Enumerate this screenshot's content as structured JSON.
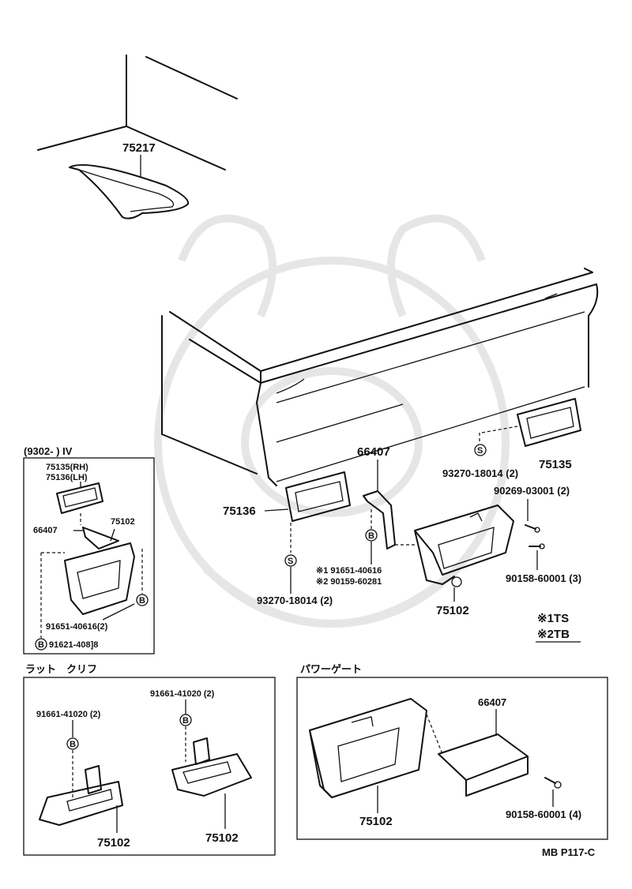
{
  "main": {
    "p75217": "75217",
    "p66407": "66407",
    "p75136": "75136",
    "p75135": "75135",
    "p75102": "75102",
    "s1": "93270-18014 (2)",
    "s2": "93270-18014 (2)",
    "n90269": "90269-03001 (2)",
    "n90158": "90158-60001 (3)",
    "alt1": "※1 91651-40616",
    "alt2": "※2 90159-60281",
    "key1": "※1TS",
    "key2": "※2TB",
    "s_marker": "S",
    "b_marker": "B"
  },
  "inset_iv": {
    "title": "(9302-        ) IV",
    "p75135": "75135(RH)",
    "p75136": "75136(LH)",
    "p66407": "66407",
    "p75102": "75102",
    "bolt": "91651-40616(2)",
    "b_bolt": "91621-408]8",
    "b_marker": "B"
  },
  "inset_rattle": {
    "title": "ラット　クリフ",
    "left_bolt": "91661-41020 (2)",
    "right_bolt": "91661-41020 (2)",
    "left_part": "75102",
    "right_part": "75102",
    "b_marker": "B"
  },
  "inset_power": {
    "title": "パワーゲート",
    "p66407": "66407",
    "p75102": "75102",
    "bolt": "90158-60001 (4)"
  },
  "footer": {
    "code": "MB P117-C"
  }
}
